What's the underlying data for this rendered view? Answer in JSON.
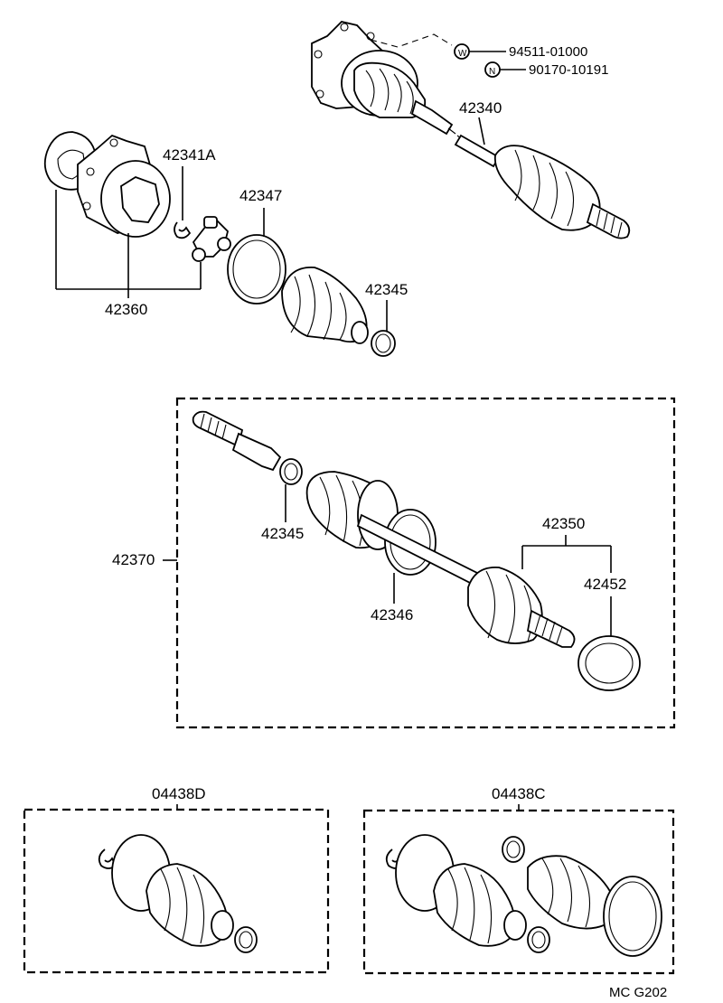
{
  "labels": {
    "p42341a": "42341A",
    "p42347": "42347",
    "p42360": "42360",
    "p42345_top": "42345",
    "p42340": "42340",
    "p94511": "94511-01000",
    "p90170": "90170-10191",
    "p42370": "42370",
    "p42345_mid": "42345",
    "p42346": "42346",
    "p42350": "42350",
    "p42452": "42452",
    "p04438d": "04438D",
    "p04438c": "04438C",
    "ref_code": "MC G202"
  },
  "symbols": {
    "washer_mark": "W",
    "nut_mark": "N"
  }
}
